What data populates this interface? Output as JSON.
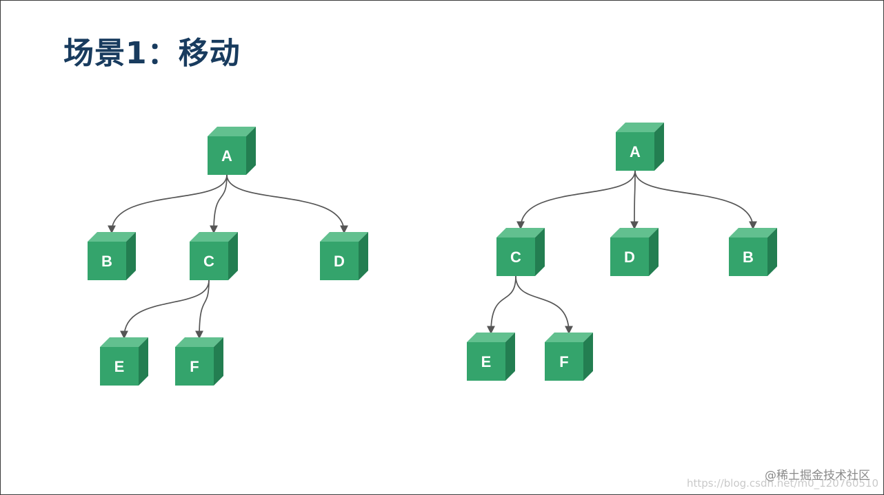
{
  "title": "场景1：移动",
  "colors": {
    "cube_front": "#34a46c",
    "cube_top": "#62c08f",
    "cube_side": "#237e51",
    "edge": "#555555",
    "title": "#183b5e"
  },
  "diagrams": [
    {
      "nodes": [
        {
          "id": "A",
          "label": "A"
        },
        {
          "id": "B",
          "label": "B"
        },
        {
          "id": "C",
          "label": "C"
        },
        {
          "id": "D",
          "label": "D"
        },
        {
          "id": "E",
          "label": "E"
        },
        {
          "id": "F",
          "label": "F"
        }
      ],
      "edges": [
        {
          "from": "A",
          "to": "B"
        },
        {
          "from": "A",
          "to": "C"
        },
        {
          "from": "A",
          "to": "D"
        },
        {
          "from": "C",
          "to": "E"
        },
        {
          "from": "C",
          "to": "F"
        }
      ]
    },
    {
      "nodes": [
        {
          "id": "A",
          "label": "A"
        },
        {
          "id": "C",
          "label": "C"
        },
        {
          "id": "D",
          "label": "D"
        },
        {
          "id": "B",
          "label": "B"
        },
        {
          "id": "E",
          "label": "E"
        },
        {
          "id": "F",
          "label": "F"
        }
      ],
      "edges": [
        {
          "from": "A",
          "to": "C"
        },
        {
          "from": "A",
          "to": "D"
        },
        {
          "from": "A",
          "to": "B"
        },
        {
          "from": "C",
          "to": "E"
        },
        {
          "from": "C",
          "to": "F"
        }
      ]
    }
  ],
  "watermark": "@稀土掘金技术社区",
  "watermark_url": "https://blog.csdn.net/m0_120760510"
}
